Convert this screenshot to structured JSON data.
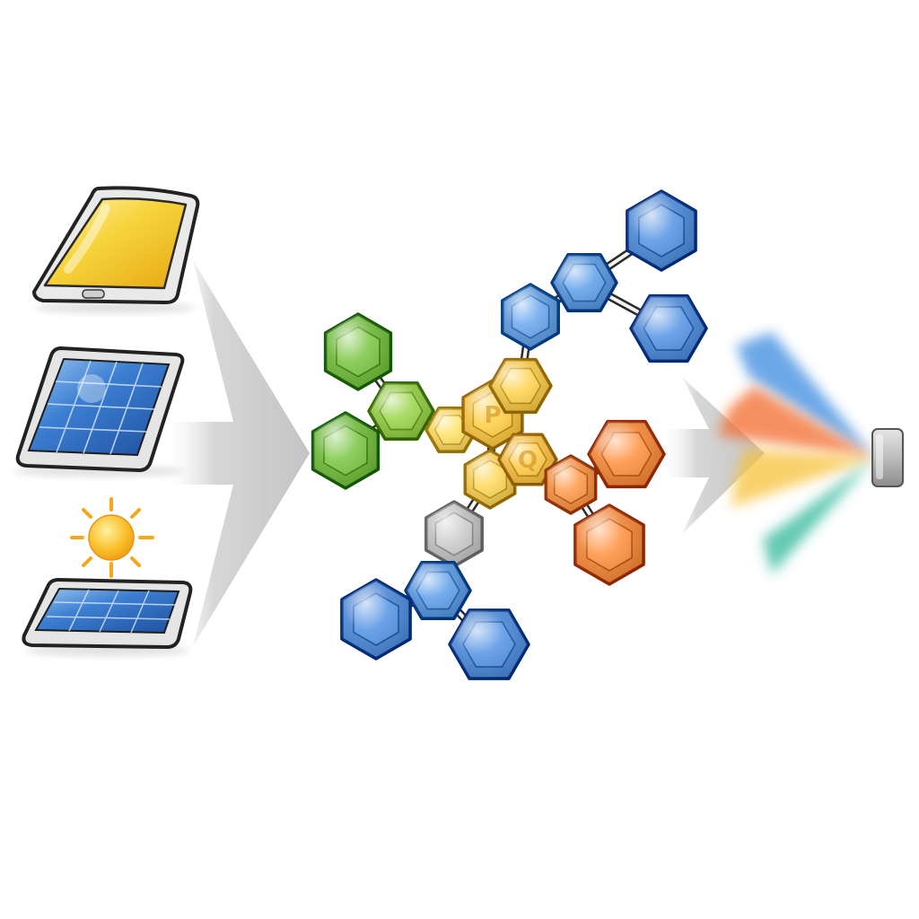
{
  "diagram": {
    "sources": [
      {
        "name": "curved-yellow-solar-panel",
        "panel_color": "#f3c21b"
      },
      {
        "name": "blue-solar-panel",
        "panel_color": "#2f6fc7"
      },
      {
        "name": "sun-over-solar-panel",
        "panel_color": "#2d6dc4",
        "sun_color": "#f7b21d"
      }
    ],
    "molecule": {
      "nodes": [
        {
          "id": "g1",
          "color": "#6bb535",
          "label": ""
        },
        {
          "id": "g2",
          "color": "#8cc43d",
          "label": ""
        },
        {
          "id": "g3",
          "color": "#6bb535",
          "label": ""
        },
        {
          "id": "y0",
          "color": "#f6d157",
          "label": ""
        },
        {
          "id": "y1",
          "color": "#f2bf3a",
          "label": "P"
        },
        {
          "id": "y2",
          "color": "#f0c240",
          "label": ""
        },
        {
          "id": "y3",
          "color": "#f0c64a",
          "label": ""
        },
        {
          "id": "y4",
          "color": "#f2b93a",
          "label": "Q"
        },
        {
          "id": "gr",
          "color": "#bcbcbc",
          "label": ""
        },
        {
          "id": "b1",
          "color": "#4f8fd8",
          "label": ""
        },
        {
          "id": "b2",
          "color": "#4784d3",
          "label": ""
        },
        {
          "id": "b3",
          "color": "#4784d3",
          "label": ""
        },
        {
          "id": "b4",
          "color": "#5896dc",
          "label": ""
        },
        {
          "id": "b5",
          "color": "#4f8fd8",
          "label": ""
        },
        {
          "id": "b6",
          "color": "#4784d3",
          "label": ""
        },
        {
          "id": "b7",
          "color": "#4784d3",
          "label": ""
        },
        {
          "id": "o1",
          "color": "#f08a3c",
          "label": ""
        },
        {
          "id": "o2",
          "color": "#ee8132",
          "label": ""
        },
        {
          "id": "o3",
          "color": "#ee8132",
          "label": ""
        }
      ]
    },
    "output": {
      "device_color": "#bdbdbd",
      "beam_colors": [
        "#3b8be0",
        "#f36b2a",
        "#f7c23a",
        "#2fb79a"
      ]
    }
  }
}
